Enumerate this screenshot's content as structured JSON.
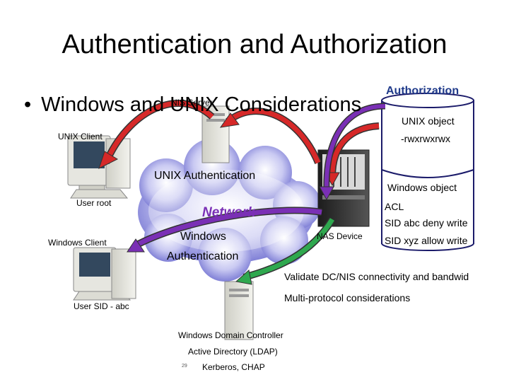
{
  "title": "Authentication and Authorization",
  "bullet": "Windows and UNIX Considerations",
  "labels": {
    "nis_server": "NIS Server",
    "unix_client": "UNIX Client",
    "user_root": "User root",
    "windows_client": "Windows Client",
    "user_sid": "User SID - abc",
    "nas_device": "NAS Device",
    "network": "Network",
    "unix_auth": "UNIX Authentication",
    "windows_auth_1": "Windows",
    "windows_auth_2": "Authentication",
    "dc": "Windows Domain Controller",
    "ad": "Active Directory (LDAP)",
    "kerberos": "Kerberos, CHAP",
    "slide_num": "29"
  },
  "authorization": {
    "title": "Authorization",
    "unix_object": "UNIX object",
    "perms": "-rwxrwxrwx",
    "windows_object": "Windows object",
    "acl": "ACL",
    "sid_deny": "SID abc deny write",
    "sid_allow": "SID xyz allow write"
  },
  "notes": {
    "validate": "Validate DC/NIS connectivity and bandwid",
    "multiprotocol": "Multi-protocol considerations"
  },
  "colors": {
    "cloud": "#6f6fd0",
    "arrow_red": "#d62828",
    "arrow_purple": "#7a2fb5",
    "arrow_green": "#2fa84f",
    "title_blue": "#1f3a8a"
  }
}
